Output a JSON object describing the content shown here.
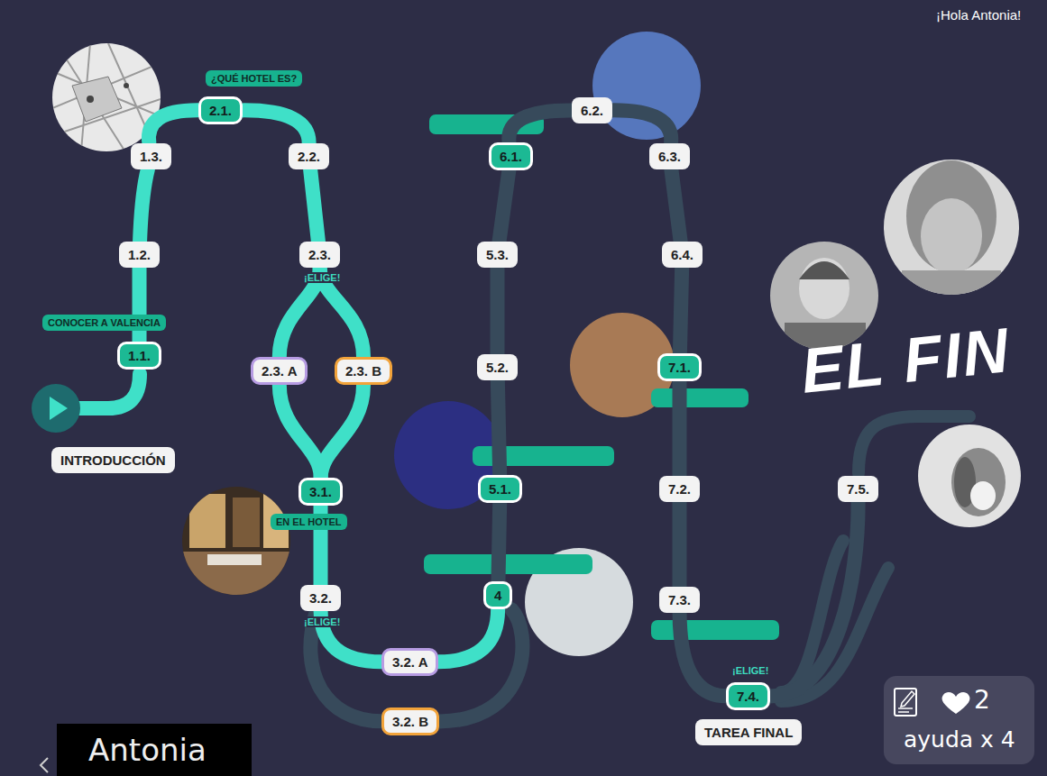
{
  "diagram": {
    "nodes": [
      {
        "text": [
          "INTRODUCCIÓN"
        ]
      },
      {
        "text": [
          "CONOCER A VALENCIA"
        ]
      },
      {
        "text": [
          "1.1."
        ]
      },
      {
        "text": [
          "1.2."
        ]
      },
      {
        "text": [
          "1.3."
        ]
      },
      {
        "text": [
          "¿QUÉ HOTEL ES?"
        ]
      },
      {
        "text": [
          "2.1."
        ]
      },
      {
        "text": [
          "2.2."
        ]
      },
      {
        "text": [
          "2.3."
        ]
      },
      {
        "text": [
          "2.3. A"
        ]
      },
      {
        "text": [
          "2.3. B"
        ]
      },
      {
        "text": [
          "3.1."
        ]
      },
      {
        "text": [
          "EN EL HOTEL"
        ]
      },
      {
        "text": [
          "3.2."
        ]
      },
      {
        "text": [
          "3.2. A"
        ]
      },
      {
        "text": [
          "3.2. B"
        ]
      },
      {
        "text": [
          "4"
        ]
      },
      {
        "text": [
          "5.1."
        ]
      },
      {
        "text": [
          "5.2."
        ]
      },
      {
        "text": [
          "5.3."
        ]
      },
      {
        "text": [
          "6.1."
        ]
      },
      {
        "text": [
          "6.2."
        ]
      },
      {
        "text": [
          "6.3."
        ]
      },
      {
        "text": [
          "6.4."
        ]
      },
      {
        "text": [
          "7.1."
        ]
      },
      {
        "text": [
          "7.2."
        ]
      },
      {
        "text": [
          "7.3."
        ]
      },
      {
        "text": [
          "7.4."
        ]
      },
      {
        "text": [
          "TAREA FINAL"
        ]
      },
      {
        "text": [
          "7.5."
        ]
      },
      {
        "text": [
          "Antonia"
        ]
      },
      {
        "text": [
          "2",
          "ayuda x 4"
        ]
      }
    ],
    "edges": [
      {
        "from": 2,
        "to": 3,
        "arrow": "none"
      },
      {
        "from": 3,
        "to": 4,
        "arrow": "none"
      },
      {
        "from": 4,
        "to": 6,
        "arrow": "none"
      },
      {
        "from": 6,
        "to": 7,
        "arrow": "none"
      },
      {
        "from": 7,
        "to": 8,
        "arrow": "none"
      },
      {
        "from": 8,
        "to": 9,
        "arrow": "none"
      },
      {
        "from": 8,
        "to": 10,
        "arrow": "none"
      },
      {
        "from": 9,
        "to": 11,
        "arrow": "none"
      },
      {
        "from": 10,
        "to": 11,
        "arrow": "none"
      },
      {
        "from": 11,
        "to": 13,
        "arrow": "none"
      },
      {
        "from": 13,
        "to": 14,
        "arrow": "none"
      },
      {
        "from": 13,
        "to": 15,
        "arrow": "none"
      },
      {
        "from": 14,
        "to": 16,
        "arrow": "none"
      },
      {
        "from": 15,
        "to": 16,
        "arrow": "none"
      },
      {
        "from": 16,
        "to": 17,
        "arrow": "none"
      },
      {
        "from": 17,
        "to": 18,
        "arrow": "none"
      },
      {
        "from": 18,
        "to": 19,
        "arrow": "none"
      },
      {
        "from": 19,
        "to": 20,
        "arrow": "none"
      },
      {
        "from": 20,
        "to": 21,
        "arrow": "none"
      },
      {
        "from": 21,
        "to": 22,
        "arrow": "none"
      },
      {
        "from": 22,
        "to": 23,
        "arrow": "none"
      },
      {
        "from": 23,
        "to": 24,
        "arrow": "none"
      },
      {
        "from": 24,
        "to": 25,
        "arrow": "none"
      },
      {
        "from": 25,
        "to": 26,
        "arrow": "none"
      },
      {
        "from": 26,
        "to": 27,
        "arrow": "none"
      },
      {
        "from": 27,
        "to": 29,
        "arrow": "none"
      }
    ],
    "labels": [
      "¡Hola Antonia!",
      "¡ELIGE!",
      "¡ELIGE!",
      "EL FIN",
      "¡ELIGE!"
    ]
  }
}
